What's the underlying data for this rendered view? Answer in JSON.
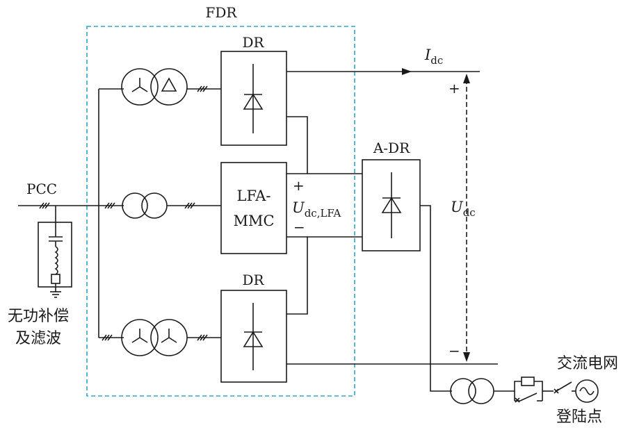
{
  "labels": {
    "fdr": "FDR",
    "dr_top": "DR",
    "dr_bottom": "DR",
    "lfa_line1": "LFA-",
    "lfa_line2": "MMC",
    "adr": "A-DR",
    "pcc": "PCC",
    "filter_line1": "无功补偿",
    "filter_line2": "及滤波",
    "idc_main": "I",
    "idc_sub": "dc",
    "udc_main": "U",
    "udc_sub": "dc",
    "udclfa_main": "U",
    "udclfa_sub": "dc,LFA",
    "plus": "+",
    "minus": "−",
    "grid": "交流电网",
    "landing": "登陆点"
  },
  "colors": {
    "line": "#1a1a1a",
    "fdr_boundary": "#2aa7c9"
  }
}
